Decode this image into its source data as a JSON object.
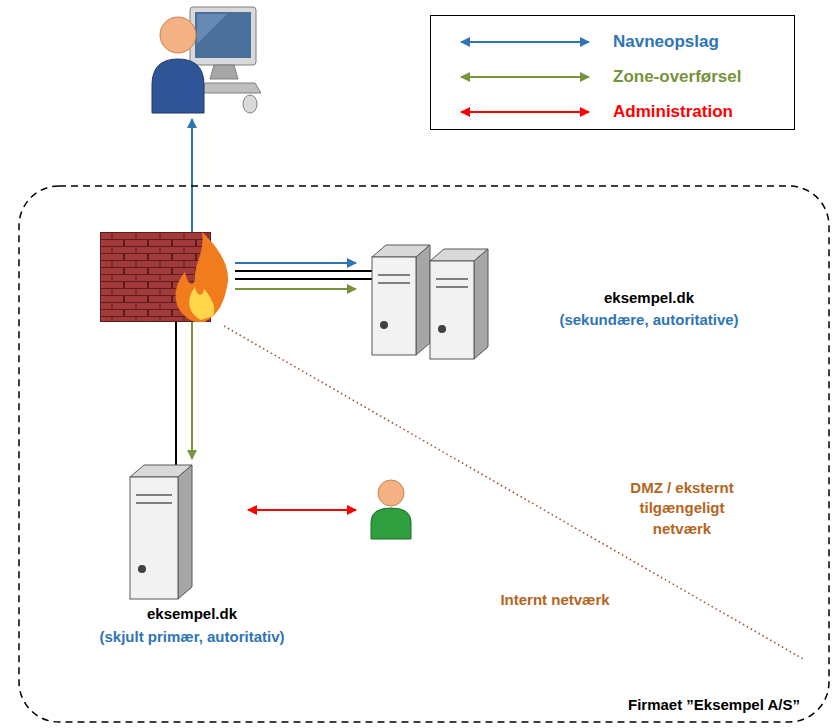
{
  "diagram": {
    "nodes": [
      {
        "text": []
      },
      {
        "text": [
          "Firmaet ”Eksempel A/S”"
        ]
      },
      {
        "text": [],
        "in": 1
      },
      {
        "text": [
          "eksempel.dk",
          "(sekundære, autoritative)"
        ],
        "in": 1
      },
      {
        "text": [
          "eksempel.dk",
          "(skjult primær, autoritativ)"
        ],
        "in": 1
      },
      {
        "text": [],
        "in": 1
      }
    ],
    "edges": [
      {
        "from": 2,
        "to": 0,
        "arrow": "to"
      },
      {
        "from": 2,
        "to": 3,
        "arrow": "to"
      },
      {
        "from": 2,
        "to": 3,
        "arrow": "none"
      },
      {
        "from": 2,
        "to": 3,
        "arrow": "none"
      },
      {
        "from": 2,
        "to": 3,
        "arrow": "to"
      },
      {
        "from": 2,
        "to": 4,
        "arrow": "none"
      },
      {
        "from": 2,
        "to": 4,
        "arrow": "to"
      },
      {
        "from": 4,
        "to": 5,
        "arrow": "both"
      }
    ],
    "labels": [
      "DMZ / eksternt tilgængeligt netværk",
      "Internt netværk"
    ],
    "legend": [
      {
        "text": "Navneopslag"
      },
      {
        "text": "Zone-overførsel"
      },
      {
        "text": "Administration"
      }
    ]
  }
}
